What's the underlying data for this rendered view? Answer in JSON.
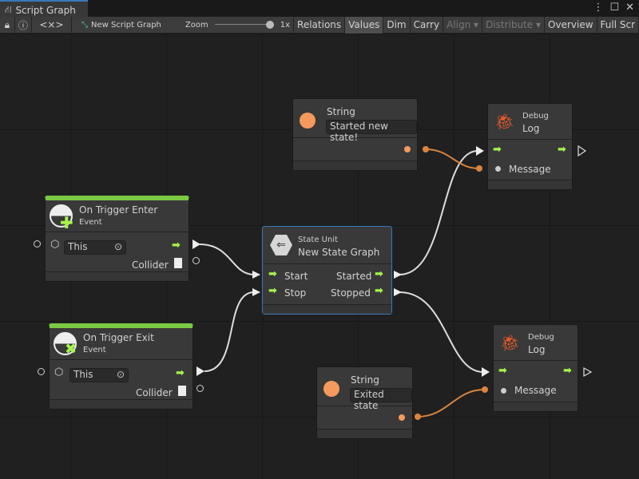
{
  "window": {
    "tab_title": "Script Graph",
    "icons": [
      "hierarchy-icon",
      "more-icon",
      "maximize-icon",
      "close-icon"
    ]
  },
  "toolbar": {
    "lock": "lock-icon",
    "info": "info-icon",
    "code": "<×>",
    "graph_name": "New Script Graph",
    "zoom_label": "Zoom",
    "zoom_value": "1x",
    "zoom_level": 1.0,
    "buttons": [
      {
        "label": "Relations",
        "enabled": true,
        "active": false
      },
      {
        "label": "Values",
        "enabled": true,
        "active": true
      },
      {
        "label": "Dim",
        "enabled": true,
        "active": false
      },
      {
        "label": "Carry",
        "enabled": true,
        "active": false
      },
      {
        "label": "Align ▾",
        "enabled": false,
        "active": false
      },
      {
        "label": "Distribute ▾",
        "enabled": false,
        "active": false
      },
      {
        "label": "Overview",
        "enabled": true,
        "active": false
      },
      {
        "label": "Full Scr",
        "enabled": true,
        "active": false
      }
    ]
  },
  "nodes": {
    "trigger_enter": {
      "title": "On Trigger Enter",
      "subtitle": "Event",
      "target": "This",
      "output": "Collider",
      "color": "#7ac943"
    },
    "trigger_exit": {
      "title": "On Trigger Exit",
      "subtitle": "Event",
      "target": "This",
      "output": "Collider",
      "color": "#7ac943"
    },
    "state_unit": {
      "subtitle": "State Unit",
      "title": "New  State  Graph",
      "inputs": [
        "Start",
        "Stop"
      ],
      "outputs": [
        "Started",
        "Stopped"
      ]
    },
    "string1": {
      "title": "String",
      "value": "Started new state!"
    },
    "string2": {
      "title": "String",
      "value": "Exited state"
    },
    "debug1": {
      "subtitle": "Debug",
      "title": "Log",
      "input": "Message"
    },
    "debug2": {
      "subtitle": "Debug",
      "title": "Log",
      "input": "Message"
    }
  },
  "colors": {
    "flow_arrow": "#a4f54a",
    "string_port": "#f0935a",
    "selection": "#3a79bb",
    "debug_icon": "#f05a28"
  }
}
